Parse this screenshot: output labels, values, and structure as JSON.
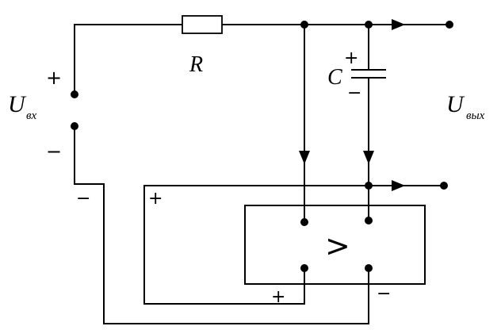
{
  "labels": {
    "resistor": "R",
    "capacitor": "C",
    "input_voltage": "U",
    "input_subscript": "вх",
    "output_voltage": "U",
    "output_subscript": "вых",
    "comparator_symbol": ">",
    "plus": "+",
    "minus": "−"
  }
}
